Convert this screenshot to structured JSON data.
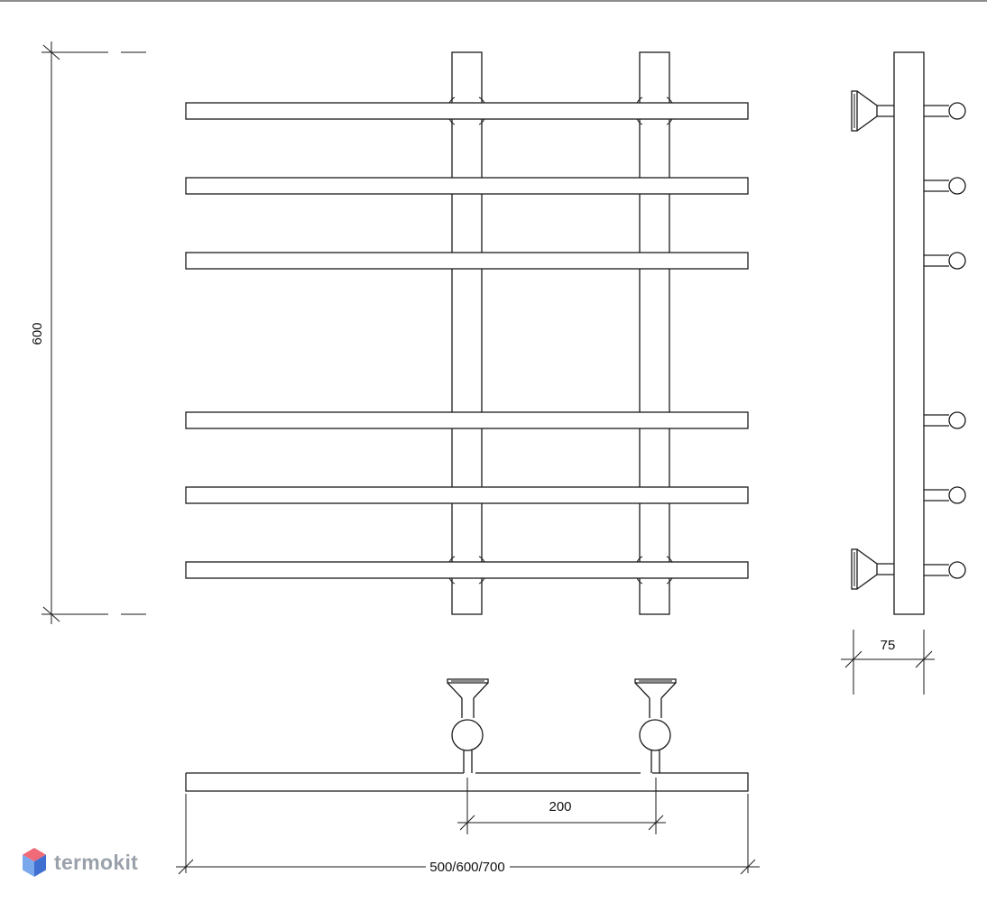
{
  "dimensions": {
    "height": "600",
    "depth": "75",
    "center_distance": "200",
    "width": "500/600/700"
  },
  "brand": {
    "name": "termokit",
    "logo_icon": "hexagon-logo-icon",
    "logo_colors": [
      "#f06a78",
      "#79a8ec",
      "#3f6fd0"
    ]
  }
}
